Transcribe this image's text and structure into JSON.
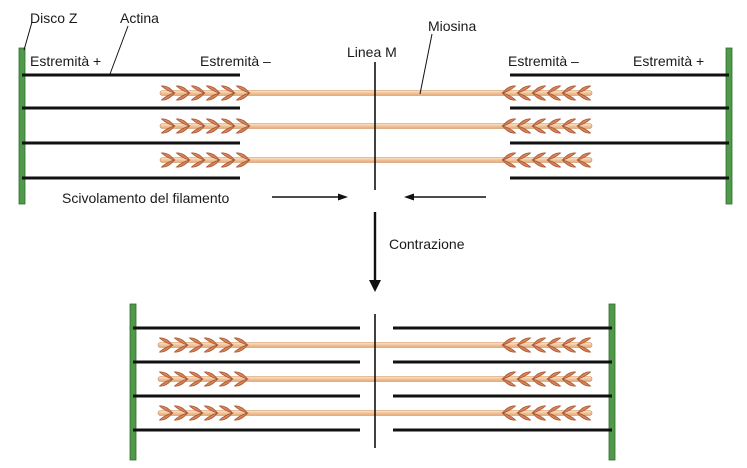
{
  "labels": {
    "disco_z": "Disco Z",
    "actina": "Actina",
    "miosina": "Miosina",
    "linea_m": "Linea M",
    "estremita_plus": "Estremità +",
    "estremita_minus": "Estremità –",
    "scivolamento": "Scivolamento del filamento",
    "contrazione": "Contrazione"
  },
  "colors": {
    "z_disc": "#4f9a4a",
    "z_disc_edge": "#2f6b2c",
    "actin": "#111111",
    "myosin_shaft": "#f2c59a",
    "myosin_head": "#d9825a",
    "myosin_head_edge": "#a35530"
  }
}
